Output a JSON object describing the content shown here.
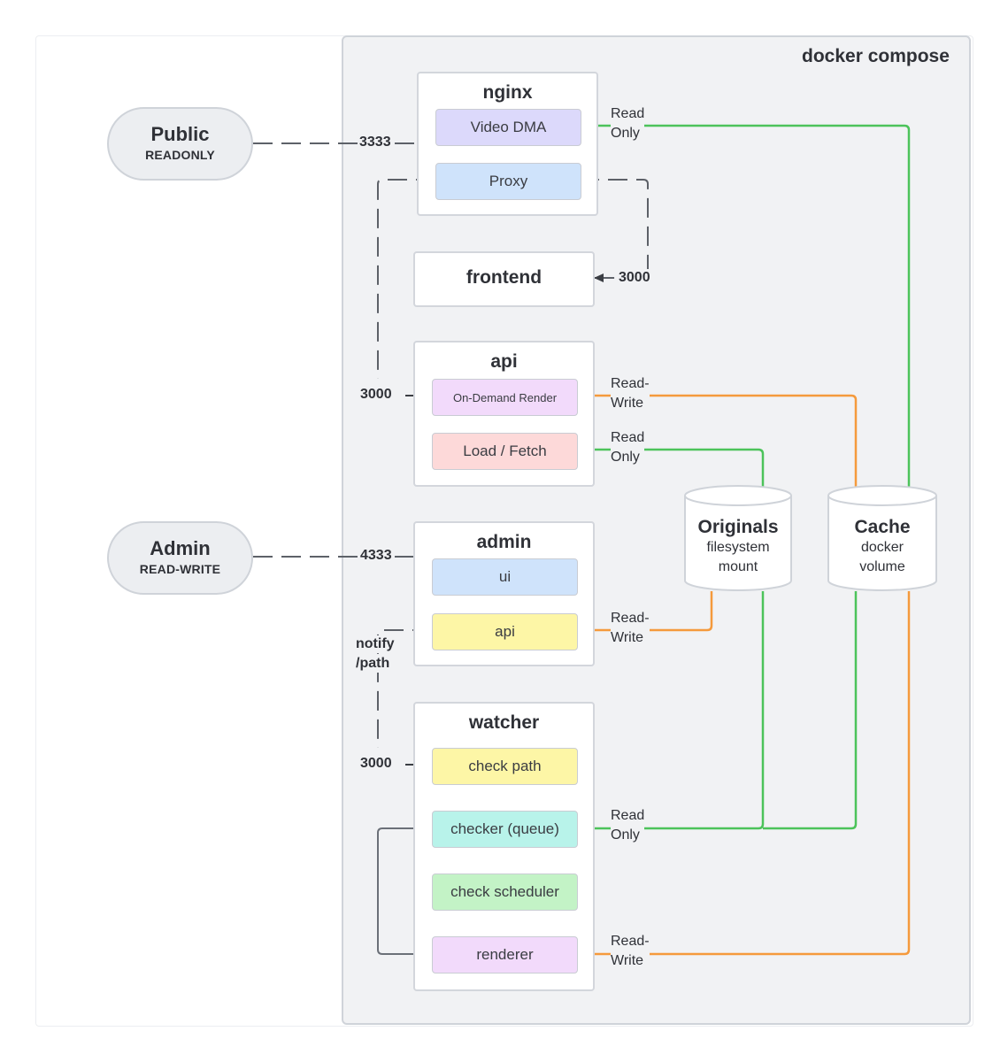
{
  "diagram": {
    "compose_title": "docker compose",
    "actors": {
      "public": {
        "title": "Public",
        "subtitle": "READONLY"
      },
      "admin": {
        "title": "Admin",
        "subtitle": "READ-WRITE"
      }
    },
    "services": {
      "nginx": {
        "title": "nginx",
        "components": {
          "video_dma": "Video DMA",
          "proxy": "Proxy"
        }
      },
      "frontend": {
        "title": "frontend"
      },
      "api": {
        "title": "api",
        "components": {
          "on_demand_render": "On-Demand Render",
          "load_fetch": "Load / Fetch"
        }
      },
      "admin": {
        "title": "admin",
        "components": {
          "ui": "ui",
          "api": "api"
        }
      },
      "watcher": {
        "title": "watcher",
        "components": {
          "check_path": "check path",
          "checker_queue": "checker (queue)",
          "check_scheduler": "check scheduler",
          "renderer": "renderer"
        }
      }
    },
    "storage": {
      "originals": {
        "title": "Originals",
        "line1": "filesystem",
        "line2": "mount"
      },
      "cache": {
        "title": "Cache",
        "line1": "docker",
        "line2": "volume"
      }
    },
    "ports": {
      "public_port": "3333",
      "frontend_port": "3000",
      "api_port": "3000",
      "admin_port": "4333",
      "notify_line1": "notify",
      "notify_line2": "/path",
      "watcher_port": "3000"
    },
    "edge_labels": {
      "nginx_cache": {
        "line1": "Read",
        "line2": "Only"
      },
      "render_cache": {
        "line1": "Read-",
        "line2": "Write"
      },
      "fetch_originals": {
        "line1": "Read",
        "line2": "Only"
      },
      "admin_originals": {
        "line1": "Read-",
        "line2": "Write"
      },
      "checker_storage": {
        "line1": "Read",
        "line2": "Only"
      },
      "renderer_cache": {
        "line1": "Read-",
        "line2": "Write"
      }
    },
    "colors": {
      "read_only": "#4cc35a",
      "read_write": "#f59a3c",
      "dashed": "#5d6168",
      "internal": "#6b7078"
    }
  }
}
